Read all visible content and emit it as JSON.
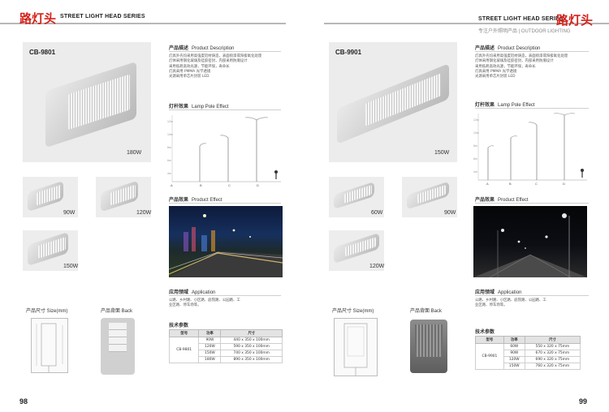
{
  "left": {
    "header_cn": "路灯头",
    "header_en": "STREET LIGHT HEAD SERIES",
    "model": "CB-9801",
    "main_watt": "180W",
    "variants": [
      "90W",
      "120W",
      "150W"
    ],
    "page_number": "98",
    "size_label": "产品尺寸 Size(mm)",
    "back_label": "产品背面 Back",
    "spec_title": "技术参数",
    "spec_table": {
      "headers": [
        "型号",
        "功率",
        "尺寸"
      ],
      "model": "CB-9801",
      "rows": [
        [
          "90W",
          "440 x 350 x 100mm"
        ],
        [
          "120W",
          "590 x 350 x 100mm"
        ],
        [
          "150W",
          "740 x 350 x 100mm"
        ],
        [
          "180W",
          "890 x 350 x 100mm"
        ]
      ]
    }
  },
  "right": {
    "header_cn": "路灯头",
    "header_en": "STREET LIGHT HEAD SERIES",
    "header_sub": "专注户外照明产品 | OUTDOOR LIGHTING",
    "model": "CB-9901",
    "main_watt": "150W",
    "variants": [
      "60W",
      "90W",
      "120W"
    ],
    "page_number": "99",
    "size_label": "产品尺寸 Size(mm)",
    "back_label": "产品背面 Back",
    "spec_title": "技术参数",
    "spec_table": {
      "headers": [
        "型号",
        "功率",
        "尺寸"
      ],
      "model": "CB-9901",
      "rows": [
        [
          "60W",
          "550 x 320 x 75mm"
        ],
        [
          "90W",
          "670 x 320 x 75mm"
        ],
        [
          "120W",
          "690 x 320 x 75mm"
        ],
        [
          "150W",
          "760 x 320 x 75mm"
        ]
      ]
    }
  },
  "sections": {
    "desc_cn": "产品描述",
    "desc_en": "Product Description",
    "pole_cn": "灯杆效果",
    "pole_en": "Lamp Pole Effect",
    "effect_cn": "产品效果",
    "effect_en": "Product Effect",
    "app_cn": "应用领域",
    "app_en": "Application"
  },
  "description_lines": [
    "灯具外壳均采用高强度铝材铸造，表面喷漆或阳极氧化处理",
    "灯体采用钢化玻璃及硅胶密封，内部采用防潮设计",
    "采用低耗高效光源，节能环保，寿命长",
    "灯具采用 PMMA 光学透镜",
    "光源采用单芯片封装 LED"
  ],
  "application_text": "公路、乡村路、小区路、庭院路、公园路、工业区路、停车场等。",
  "pole_axis": {
    "y_ticks": [
      "12m",
      "10m",
      "8m",
      "6m",
      "4m"
    ],
    "x_labels": [
      "A",
      "B",
      "C",
      "D"
    ]
  },
  "colors": {
    "accent": "#d4231c",
    "rule": "#b7b7b7",
    "box": "#ececec"
  }
}
